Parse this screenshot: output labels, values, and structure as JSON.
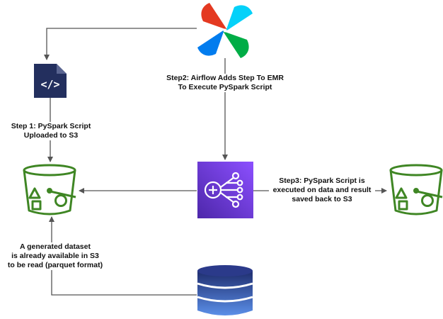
{
  "labels": {
    "step2_line1": "Step2: Airflow Adds Step To EMR",
    "step2_line2": "To Execute PySpark Script",
    "step1_line1": "Step 1: PySpark Script",
    "step1_line2": "Uploaded to S3",
    "step3_line1": "Step3: PySpark Script is",
    "step3_line2": "executed on data and result",
    "step3_line3": "saved back to S3",
    "dataset_line1": "A generated dataset",
    "dataset_line2": "is already available in S3",
    "dataset_line3": "to be read (parquet format)"
  },
  "icons": {
    "airflow": "airflow-logo-icon",
    "script": "code-file-icon",
    "s3_source": "s3-bucket-icon",
    "emr": "emr-cluster-icon",
    "s3_result": "s3-bucket-icon",
    "database": "database-icon"
  },
  "colors": {
    "arrow": "#555555",
    "s3_green": "#3f8624",
    "emr_top": "#4d27aa",
    "emr_bottom": "#8c4fff",
    "file_navy": "#232f5e",
    "db_dark": "#1f2d6e",
    "db_light": "#5b8fe8",
    "airflow_red": "#e43921",
    "airflow_green": "#00ad46",
    "airflow_blue": "#04d1f9",
    "airflow_teal": "#017cee"
  }
}
